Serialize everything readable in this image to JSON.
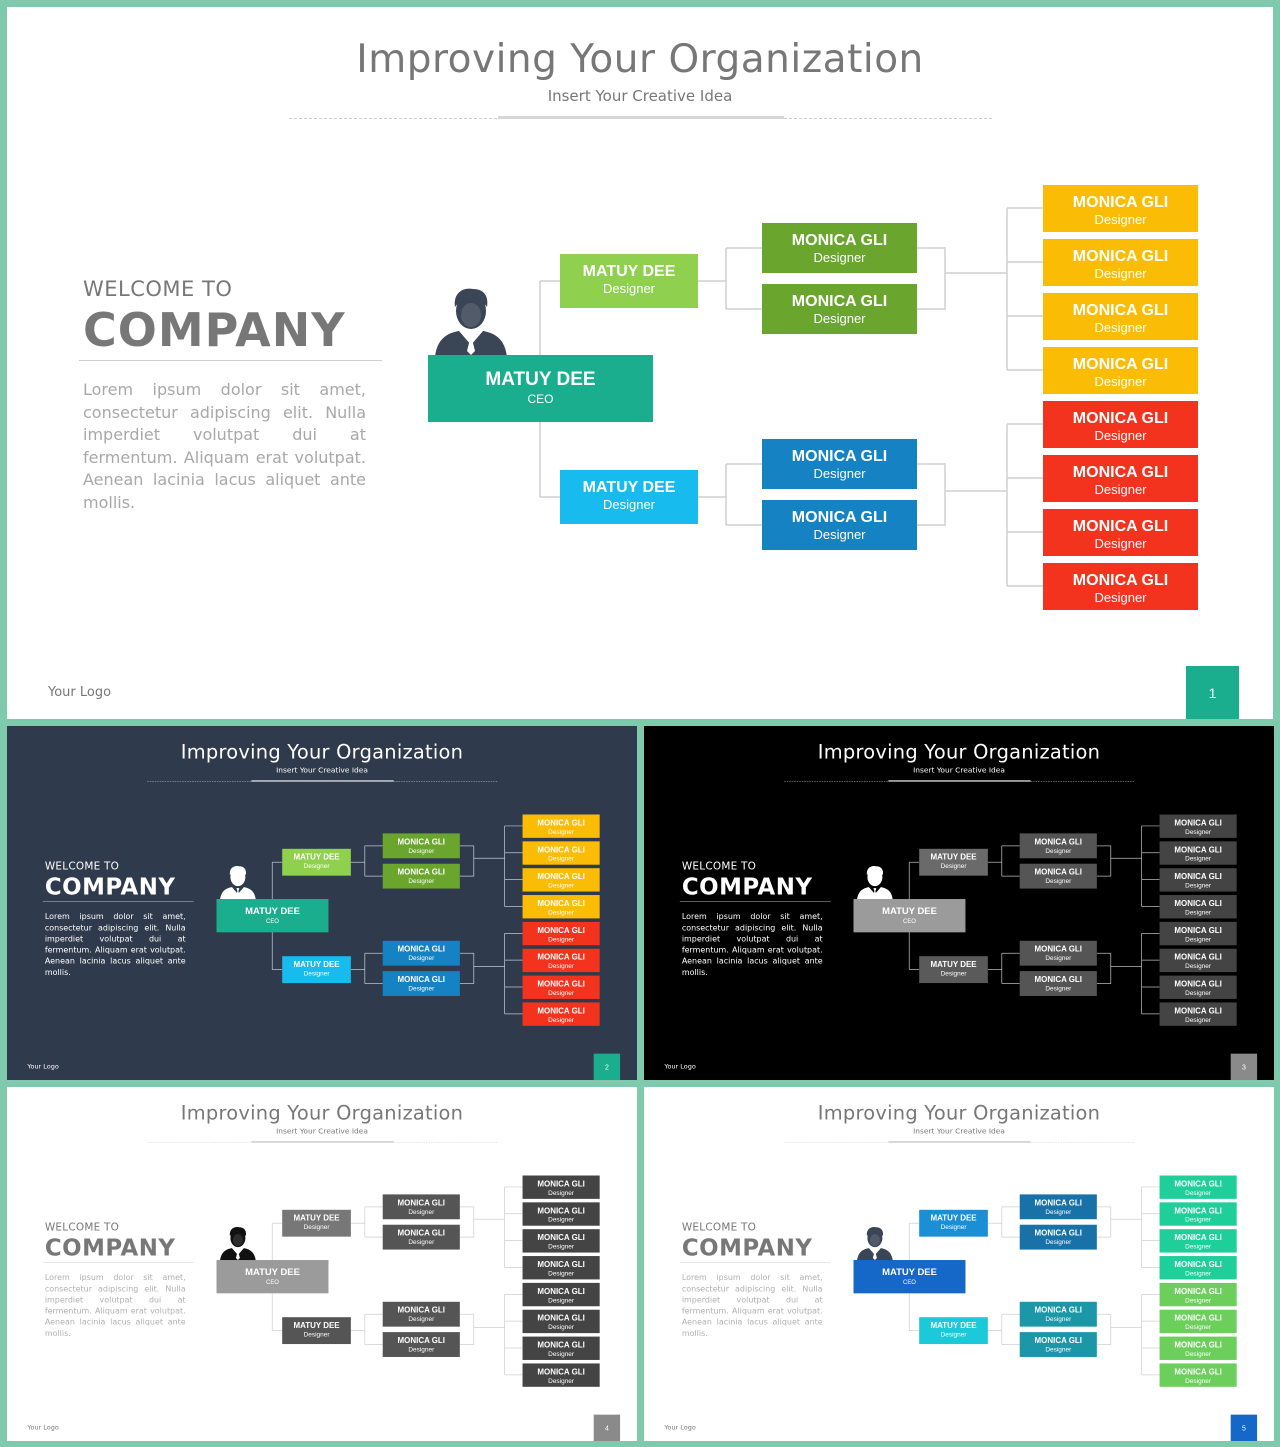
{
  "slide": {
    "title": "Improving Your Organization",
    "subtitle": "Insert Your Creative Idea",
    "welcome": "WELCOME TO",
    "company": "COMPANY",
    "lorem": "Lorem ipsum dolor sit amet, consectetur adipiscing elit. Nulla imperdiet volutpat dui at fermentum. Aliquam erat volutpat. Aenean lacinia lacus aliquet ante mollis.",
    "logo": "Your Logo"
  },
  "org": {
    "ceo": {
      "name": "MATUY DEE",
      "role": "CEO"
    },
    "managers": [
      {
        "name": "MATUY DEE",
        "role": "Designer"
      },
      {
        "name": "MATUY DEE",
        "role": "Designer"
      }
    ],
    "leads": [
      {
        "name": "MONICA GLI",
        "role": "Designer"
      },
      {
        "name": "MONICA GLI",
        "role": "Designer"
      },
      {
        "name": "MONICA GLI",
        "role": "Designer"
      },
      {
        "name": "MONICA GLI",
        "role": "Designer"
      }
    ],
    "members": [
      {
        "name": "MONICA GLI",
        "role": "Designer"
      },
      {
        "name": "MONICA GLI",
        "role": "Designer"
      },
      {
        "name": "MONICA GLI",
        "role": "Designer"
      },
      {
        "name": "MONICA GLI",
        "role": "Designer"
      },
      {
        "name": "MONICA GLI",
        "role": "Designer"
      },
      {
        "name": "MONICA GLI",
        "role": "Designer"
      },
      {
        "name": "MONICA GLI",
        "role": "Designer"
      },
      {
        "name": "MONICA GLI",
        "role": "Designer"
      }
    ]
  },
  "variants": [
    {
      "page": "1",
      "theme": "light",
      "bg": "#ffffff",
      "title_color": "#777777",
      "text_color": "#777777",
      "muted_color": "#a8a8a8",
      "line_color": "#cfcfcf",
      "person_color": "#3a4556",
      "page_box": "#1aae8e",
      "ceo": "#1aae8e",
      "ceo_role_color": "#ffffff",
      "managers": [
        "#8fd14f",
        "#17bbee"
      ],
      "leads": [
        "#6aa52e",
        "#6aa52e",
        "#1582c4",
        "#1582c4"
      ],
      "members": [
        "#fbbc05",
        "#fbbc05",
        "#fbbc05",
        "#fbbc05",
        "#f4331f",
        "#f4331f",
        "#f4331f",
        "#f4331f"
      ]
    },
    {
      "page": "2",
      "theme": "navy",
      "bg": "#2f3a4c",
      "title_color": "#ffffff",
      "text_color": "#ffffff",
      "muted_color": "#ffffff",
      "line_color": "#c0c6cf",
      "person_color": "#ffffff",
      "page_box": "#1aae8e",
      "ceo": "#1aae8e",
      "ceo_role_color": "#ffffff",
      "managers": [
        "#8fd14f",
        "#17bbee"
      ],
      "leads": [
        "#6aa52e",
        "#6aa52e",
        "#1582c4",
        "#1582c4"
      ],
      "members": [
        "#fbbc05",
        "#fbbc05",
        "#fbbc05",
        "#fbbc05",
        "#f4331f",
        "#f4331f",
        "#f4331f",
        "#f4331f"
      ]
    },
    {
      "page": "3",
      "theme": "black",
      "bg": "#000000",
      "title_color": "#ffffff",
      "text_color": "#ffffff",
      "muted_color": "#ffffff",
      "line_color": "#bbbbbb",
      "person_color": "#ffffff",
      "page_box": "#8a8a8a",
      "ceo": "#9b9b9b",
      "ceo_role_color": "#ffffff",
      "managers": [
        "#6a6a6a",
        "#5a5a5a"
      ],
      "leads": [
        "#555555",
        "#555555",
        "#555555",
        "#555555"
      ],
      "members": [
        "#444444",
        "#444444",
        "#444444",
        "#444444",
        "#444444",
        "#444444",
        "#444444",
        "#444444"
      ]
    },
    {
      "page": "4",
      "theme": "gray",
      "bg": "#ffffff",
      "title_color": "#777777",
      "text_color": "#777777",
      "muted_color": "#b0b0b0",
      "line_color": "#cfcfcf",
      "person_color": "#111111",
      "page_box": "#8a8a8a",
      "ceo": "#9b9b9b",
      "ceo_role_color": "#ffffff",
      "managers": [
        "#777777",
        "#555555"
      ],
      "leads": [
        "#555555",
        "#555555",
        "#555555",
        "#555555"
      ],
      "members": [
        "#444444",
        "#444444",
        "#444444",
        "#444444",
        "#444444",
        "#444444",
        "#444444",
        "#444444"
      ]
    },
    {
      "page": "5",
      "theme": "blue",
      "bg": "#ffffff",
      "title_color": "#777777",
      "text_color": "#777777",
      "muted_color": "#b0b0b0",
      "line_color": "#cfcfcf",
      "person_color": "#3a4556",
      "page_box": "#1567c8",
      "ceo": "#1567c8",
      "ceo_role_color": "#ffffff",
      "managers": [
        "#1a8fd6",
        "#1bc9d8"
      ],
      "leads": [
        "#1872a8",
        "#1872a8",
        "#1b97a8",
        "#1b97a8"
      ],
      "members": [
        "#1fcf9a",
        "#1fcf9a",
        "#1fcf9a",
        "#1fcf9a",
        "#6ccf5c",
        "#6ccf5c",
        "#6ccf5c",
        "#6ccf5c"
      ]
    }
  ]
}
